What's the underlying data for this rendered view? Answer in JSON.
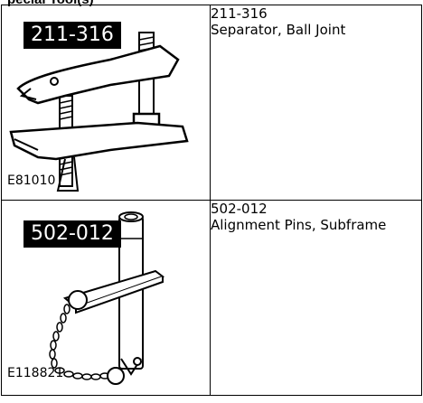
{
  "heading_partial": "pecial Tool(s)",
  "tools": [
    {
      "badge": "211-316",
      "figure_ref": "E81010",
      "number": "211-316",
      "description": "Separator, Ball Joint"
    },
    {
      "badge": "502-012",
      "figure_ref": "E118821",
      "number": "502-012",
      "description": "Alignment Pins, Subframe"
    }
  ]
}
